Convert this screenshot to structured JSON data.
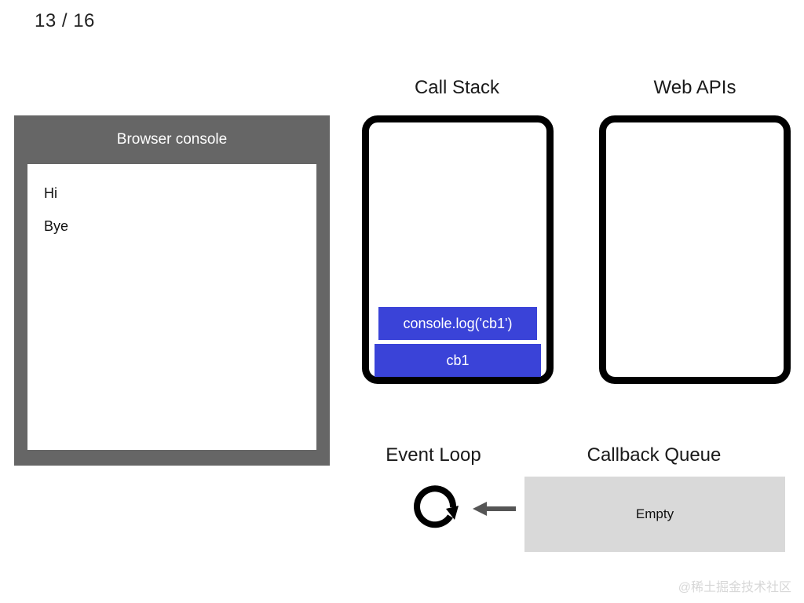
{
  "slide": {
    "counter": "13 / 16"
  },
  "console": {
    "title": "Browser console",
    "lines": [
      "Hi",
      "Bye"
    ]
  },
  "call_stack": {
    "title": "Call Stack",
    "frames": [
      {
        "label": "console.log('cb1')"
      },
      {
        "label": "cb1"
      }
    ],
    "frame_color": "#3a43d8"
  },
  "web_apis": {
    "title": "Web APIs",
    "items": []
  },
  "event_loop": {
    "title": "Event Loop",
    "icon": "circular-arrow-icon"
  },
  "callback_queue": {
    "title": "Callback Queue",
    "status": "Empty",
    "box_color": "#d9d9d9"
  },
  "arrow": {
    "icon": "left-arrow-icon",
    "color": "#555555"
  },
  "watermark": {
    "text": "@稀土掘金技术社区"
  }
}
